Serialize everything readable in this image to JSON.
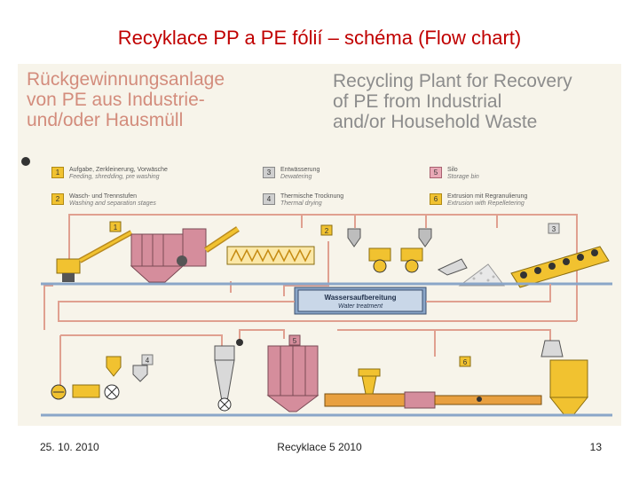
{
  "slide": {
    "title": "Recyklace PP a PE fólií – schéma (Flow chart)",
    "footer_date": "25. 10. 2010",
    "footer_center": "Recyklace 5 2010",
    "page_number": "13"
  },
  "figure": {
    "heading_de": "Rückgewinnungsanlage\nvon PE aus Industrie-\nund/oder Hausmüll",
    "heading_en": "Recycling Plant for Recovery\nof PE from Industrial\nand/or Household Waste",
    "legend": [
      {
        "num": "1",
        "de": "Aufgabe, Zerkleinerung, Vorwäsche",
        "en": "Feeding, shredding, pre washing",
        "color": "yellow"
      },
      {
        "num": "2",
        "de": "Wasch- und Trennstufen",
        "en": "Washing and separation stages",
        "color": "yellow"
      },
      {
        "num": "3",
        "de": "Entwässerung",
        "en": "Dewatering",
        "color": "gray"
      },
      {
        "num": "4",
        "de": "Thermische Trocknung",
        "en": "Thermal drying",
        "color": "gray"
      },
      {
        "num": "5",
        "de": "Silo",
        "en": "Storage bin",
        "color": "pink"
      },
      {
        "num": "6",
        "de": "Extrusion mit Regranulierung",
        "en": "Extrusion with Repelletering",
        "color": "yellow"
      }
    ],
    "water_treatment_de": "Wassersaufbereitung",
    "water_treatment_en": "Water treatment",
    "stage_labels": [
      "1",
      "2",
      "3",
      "4",
      "5",
      "6"
    ],
    "colors": {
      "pipe": "#e0a090",
      "yellow": "#f1c230",
      "pink": "#d58d9c",
      "gray": "#bdbdbd",
      "blue": "#8aa6c8",
      "orange": "#e8a040"
    }
  }
}
